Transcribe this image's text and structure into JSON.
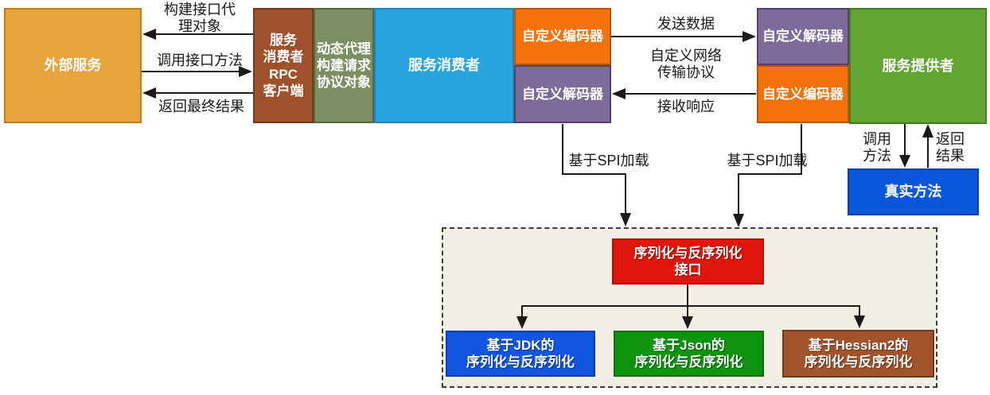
{
  "diagram": {
    "title_hint": "RPC 框架调用流程图",
    "background": "#ffffff",
    "line_color": "#1a1a1a",
    "container": {
      "fill": "#f2efe4",
      "border": "#3d3d3d"
    },
    "nodes": {
      "external_service": {
        "label": "外部服务",
        "fill": "#e8a33c",
        "border": "#bd7d15"
      },
      "rpc_client": {
        "label": "服务\n消费者\nRPC\n客户端",
        "fill": "#9e512b",
        "border": "#6f3a1e"
      },
      "dynamic_proxy": {
        "label": "动态代理\n构建请求\n协议对象",
        "fill": "#7b8f62",
        "border": "#55693e"
      },
      "service_consumer": {
        "label": "服务消费者",
        "fill": "#29a4dc",
        "border": "#1e84b6"
      },
      "consumer_encoder": {
        "label": "自定义编码器",
        "fill": "#f4720a",
        "border": "#b55306"
      },
      "consumer_decoder": {
        "label": "自定义解码器",
        "fill": "#7d6b99",
        "border": "#53406f"
      },
      "provider_decoder": {
        "label": "自定义解码器",
        "fill": "#7d6b99",
        "border": "#53406f"
      },
      "provider_encoder": {
        "label": "自定义编码器",
        "fill": "#f4720a",
        "border": "#b55306"
      },
      "service_provider": {
        "label": "服务提供者",
        "fill": "#63a532",
        "border": "#467c1f"
      },
      "real_method": {
        "label": "真实方法",
        "fill": "#0b57dc",
        "border": "#0a3fa8"
      },
      "serialization_interface": {
        "label": "序列化与反序列化\n接口",
        "fill": "#e0150b",
        "border": "#b01109"
      },
      "jdk_serialization": {
        "label": "基于JDK的\n序列化与反序列化",
        "fill": "#1155e0",
        "border": "#0a3fa8"
      },
      "json_serialization": {
        "label": "基于Json的\n序列化与反序列化",
        "fill": "#0e940e",
        "border": "#0a6e0a"
      },
      "hessian_serialization": {
        "label": "基于Hessian2的\n序列化与反序列化",
        "fill": "#a3532b",
        "border": "#6f3a1e"
      }
    },
    "edge_labels": {
      "build_proxy_object": "构建接口代\n理对象",
      "call_interface_method": "调用接口方法",
      "return_final_result": "返回最终结果",
      "send_data": "发送数据",
      "custom_network_protocol": "自定义网络\n传输协议",
      "receive_response": "接收响应",
      "invoke_method": "调用\n方法",
      "return_result": "返回\n结果",
      "spi_load_left": "基于SPI加载",
      "spi_load_right": "基于SPI加载"
    }
  }
}
